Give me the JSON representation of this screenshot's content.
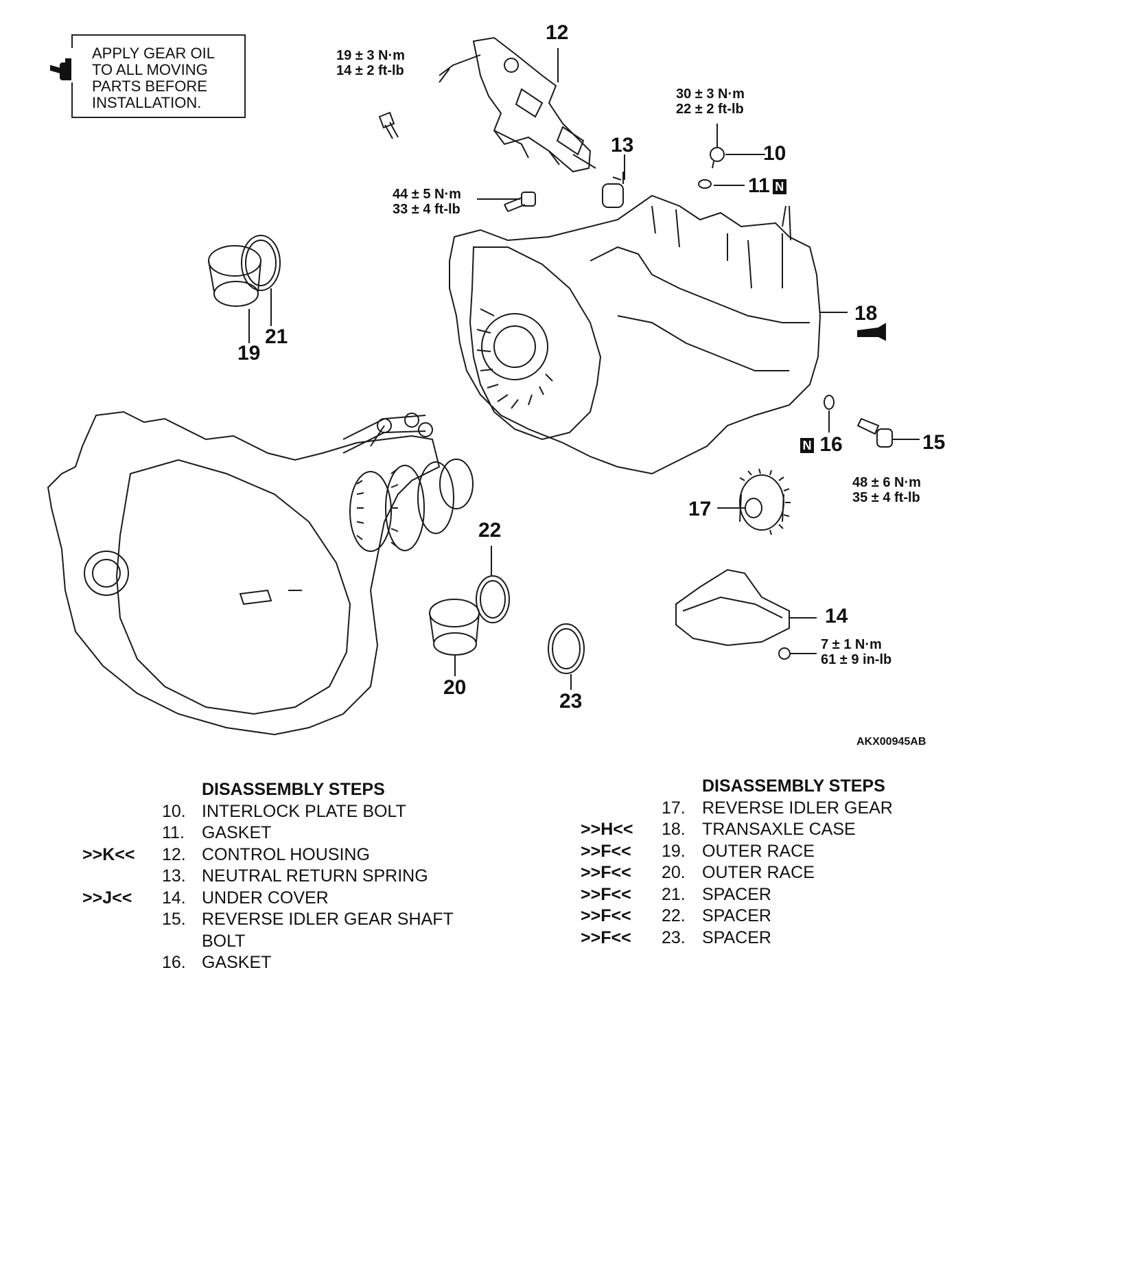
{
  "note": {
    "text_lines": [
      "APPLY GEAR OIL",
      "TO ALL MOVING",
      "PARTS BEFORE",
      "INSTALLATION."
    ]
  },
  "callouts": {
    "c10": "10",
    "c11": "11",
    "c12": "12",
    "c13": "13",
    "c14": "14",
    "c15": "15",
    "c16": "16",
    "c17": "17",
    "c18": "18",
    "c19": "19",
    "c20": "20",
    "c21": "21",
    "c22": "22",
    "c23": "23",
    "n_symbol": "N"
  },
  "torques": {
    "t12_a": "19 ± 3 N·m",
    "t12_b": "14 ± 2 ft-lb",
    "t10_a": "30 ± 3 N·m",
    "t10_b": "22 ± 2 ft-lb",
    "tmid_a": "44 ± 5 N·m",
    "tmid_b": "33 ± 4 ft-lb",
    "t15_a": "48 ± 6 N·m",
    "t15_b": "35 ± 4 ft-lb",
    "t14_a": "7 ± 1 N·m",
    "t14_b": "61 ± 9 in-lb"
  },
  "figure_code": "AKX00945AB",
  "steps_left": {
    "heading": "DISASSEMBLY STEPS",
    "items": [
      {
        "mark": "",
        "num": "10.",
        "text": "INTERLOCK PLATE BOLT"
      },
      {
        "mark": "",
        "num": "11.",
        "text": "GASKET"
      },
      {
        "mark": ">>K<<",
        "num": "12.",
        "text": "CONTROL HOUSING"
      },
      {
        "mark": "",
        "num": "13.",
        "text": "NEUTRAL RETURN SPRING"
      },
      {
        "mark": ">>J<<",
        "num": "14.",
        "text": "UNDER COVER"
      },
      {
        "mark": "",
        "num": "15.",
        "text": "REVERSE IDLER GEAR SHAFT"
      },
      {
        "mark": "",
        "num": "",
        "text": "BOLT"
      },
      {
        "mark": "",
        "num": "16.",
        "text": "GASKET"
      }
    ]
  },
  "steps_right": {
    "heading": "DISASSEMBLY STEPS",
    "items": [
      {
        "mark": "",
        "num": "17.",
        "text": "REVERSE IDLER GEAR"
      },
      {
        "mark": ">>H<<",
        "num": "18.",
        "text": "TRANSAXLE CASE"
      },
      {
        "mark": ">>F<<",
        "num": "19.",
        "text": "OUTER RACE"
      },
      {
        "mark": ">>F<<",
        "num": "20.",
        "text": "OUTER RACE"
      },
      {
        "mark": ">>F<<",
        "num": "21.",
        "text": "SPACER"
      },
      {
        "mark": ">>F<<",
        "num": "22.",
        "text": "SPACER"
      },
      {
        "mark": ">>F<<",
        "num": "23.",
        "text": "SPACER"
      }
    ]
  }
}
